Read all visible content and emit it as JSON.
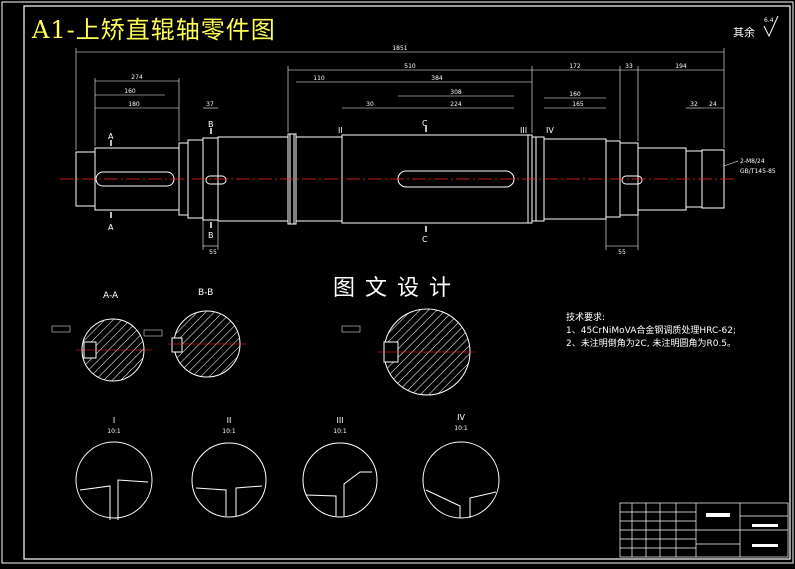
{
  "drawing": {
    "title": "A1-上矫直辊轴零件图",
    "watermark": "图文设计",
    "roughness_note": "其余",
    "roughness_value": "6.4",
    "requirements_title": "技术要求:",
    "requirements": [
      "1、45CrNiMoVA合金钢调质处理HRC-62;",
      "2、未注明倒角为2C, 未注明圆角为R0.5。"
    ]
  },
  "dimensions": {
    "overall": "1851",
    "d274": "274",
    "d160": "160",
    "d180": "180",
    "d37a": "37",
    "d510": "510",
    "d110": "110",
    "d384": "384",
    "d308": "308",
    "d30": "30",
    "d224": "224",
    "d172": "172",
    "d33": "33",
    "d194": "194",
    "d165": "165",
    "d32": "32",
    "d24": "24",
    "d55a": "55",
    "d55b": "55",
    "thread": "2-M8/24",
    "thread2": "GB/T145-85"
  },
  "sections": {
    "aa": "A-A",
    "bb": "B-B",
    "mark_a": "A",
    "mark_b": "B",
    "mark_c": "C"
  },
  "details": [
    {
      "label": "I",
      "scale": "10:1"
    },
    {
      "label": "II",
      "scale": "10:1"
    },
    {
      "label": "III",
      "scale": "10:1"
    },
    {
      "label": "IV",
      "scale": "10:1"
    }
  ],
  "colors": {
    "line": "#ffffff",
    "center": "#ff2020",
    "dim": "#ffffff",
    "title": "#ffff55"
  }
}
